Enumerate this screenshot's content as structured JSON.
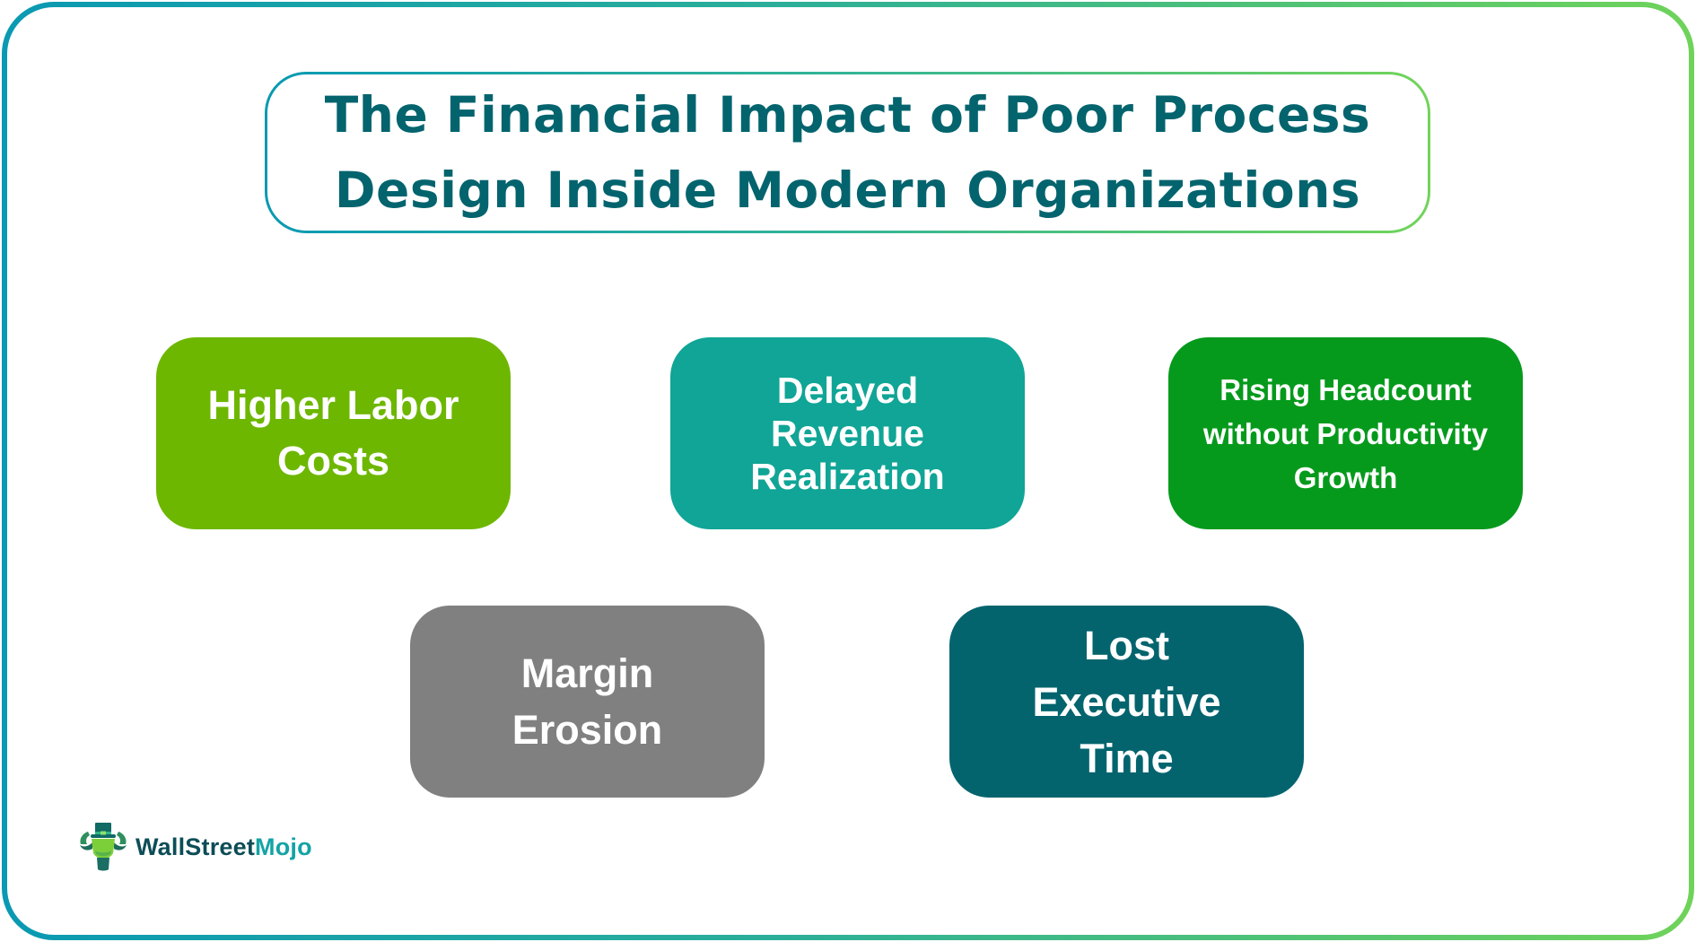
{
  "title": {
    "lines": [
      "The Financial Impact of Poor Process",
      "Design Inside Modern Organizations"
    ],
    "color": "#03646e"
  },
  "cards": [
    {
      "label_lines": [
        "Higher Labor",
        "Costs"
      ],
      "color": "#6db700"
    },
    {
      "label_lines": [
        "Delayed",
        "Revenue",
        "Realization"
      ],
      "color": "#10a596"
    },
    {
      "label_lines": [
        "Rising Headcount",
        "without Productivity",
        "Growth"
      ],
      "color": "#069a1c"
    },
    {
      "label_lines": [
        "Margin",
        "Erosion"
      ],
      "color": "#808080"
    },
    {
      "label_lines": [
        "Lost",
        "Executive",
        "Time"
      ],
      "color": "#03646e"
    }
  ],
  "brand": {
    "name_part_a": "WallStreet",
    "name_part_b": "Mojo",
    "icon": "bull-with-top-hat-logo-icon"
  },
  "frame": {
    "gradient_start": "#0a99b2",
    "gradient_end": "#6fd35a"
  }
}
